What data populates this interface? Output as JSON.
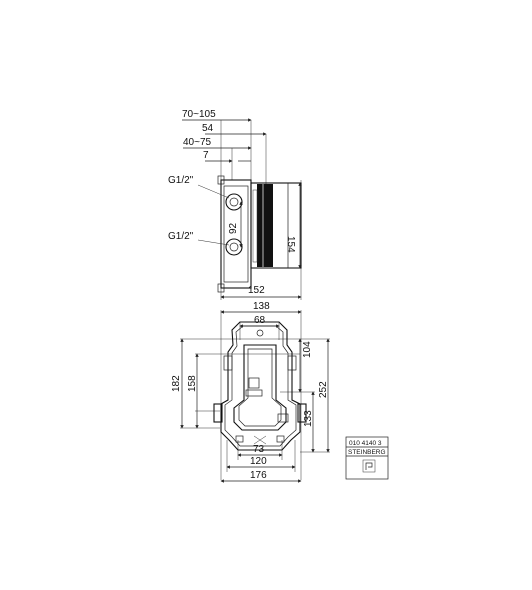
{
  "top_view": {
    "dim_top_1": "70~105",
    "dim_top_2": "54",
    "dim_top_3": "40~75",
    "dim_top_4": "7",
    "port_label_1": "G1/2\"",
    "port_label_2": "G1/2\"",
    "dim_spacing": "92",
    "dim_height": "154",
    "dim_width": "152"
  },
  "front_view": {
    "dim_width_top": "138",
    "dim_inner_top": "68",
    "dim_right_1": "104",
    "dim_right_2": "252",
    "dim_right_3": "133",
    "dim_left_1": "182",
    "dim_left_2": "158",
    "dim_bottom_1": "73",
    "dim_bottom_2": "120",
    "dim_bottom_3": "176"
  },
  "title_block": {
    "article_number": "010 4140 3",
    "brand": "STEINBERG"
  }
}
